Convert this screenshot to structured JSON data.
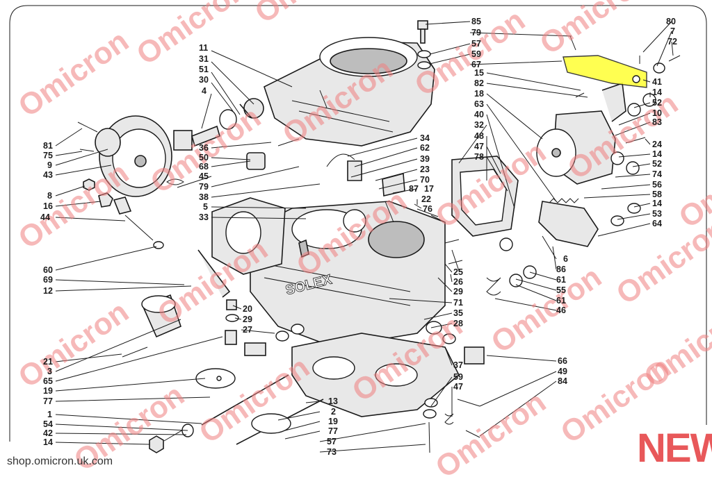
{
  "shop_text": "shop.omicron.uk.com",
  "badge_text": "NEW",
  "watermark_text": "Omicron",
  "body_text": "SOLEX",
  "highlight_color": "#ffff33",
  "watermark_color": "#f08080",
  "labels_left": [
    "11",
    "31",
    "51",
    "30",
    "4",
    "81",
    "75",
    "9",
    "43",
    "36",
    "50",
    "68",
    "45",
    "79",
    "38",
    "5",
    "33",
    "8",
    "16",
    "44",
    "60",
    "69",
    "12",
    "21",
    "3",
    "65",
    "19",
    "77",
    "1",
    "54",
    "42",
    "14"
  ],
  "labels_mid": [
    "20",
    "29",
    "27",
    "34",
    "62",
    "39",
    "23",
    "87",
    "70",
    "17",
    "22",
    "76",
    "25",
    "26",
    "29",
    "71",
    "35",
    "28",
    "37",
    "59",
    "47",
    "13",
    "2",
    "19",
    "77",
    "57",
    "73"
  ],
  "labels_right": [
    "85",
    "79",
    "57",
    "59",
    "67",
    "15",
    "82",
    "18",
    "63",
    "40",
    "32",
    "48",
    "47",
    "78",
    "80",
    "7",
    "72",
    "41",
    "14",
    "52",
    "10",
    "83",
    "24",
    "14",
    "52",
    "74",
    "56",
    "58",
    "14",
    "53",
    "64",
    "6",
    "86",
    "61",
    "55",
    "61",
    "46",
    "66",
    "49",
    "84"
  ]
}
